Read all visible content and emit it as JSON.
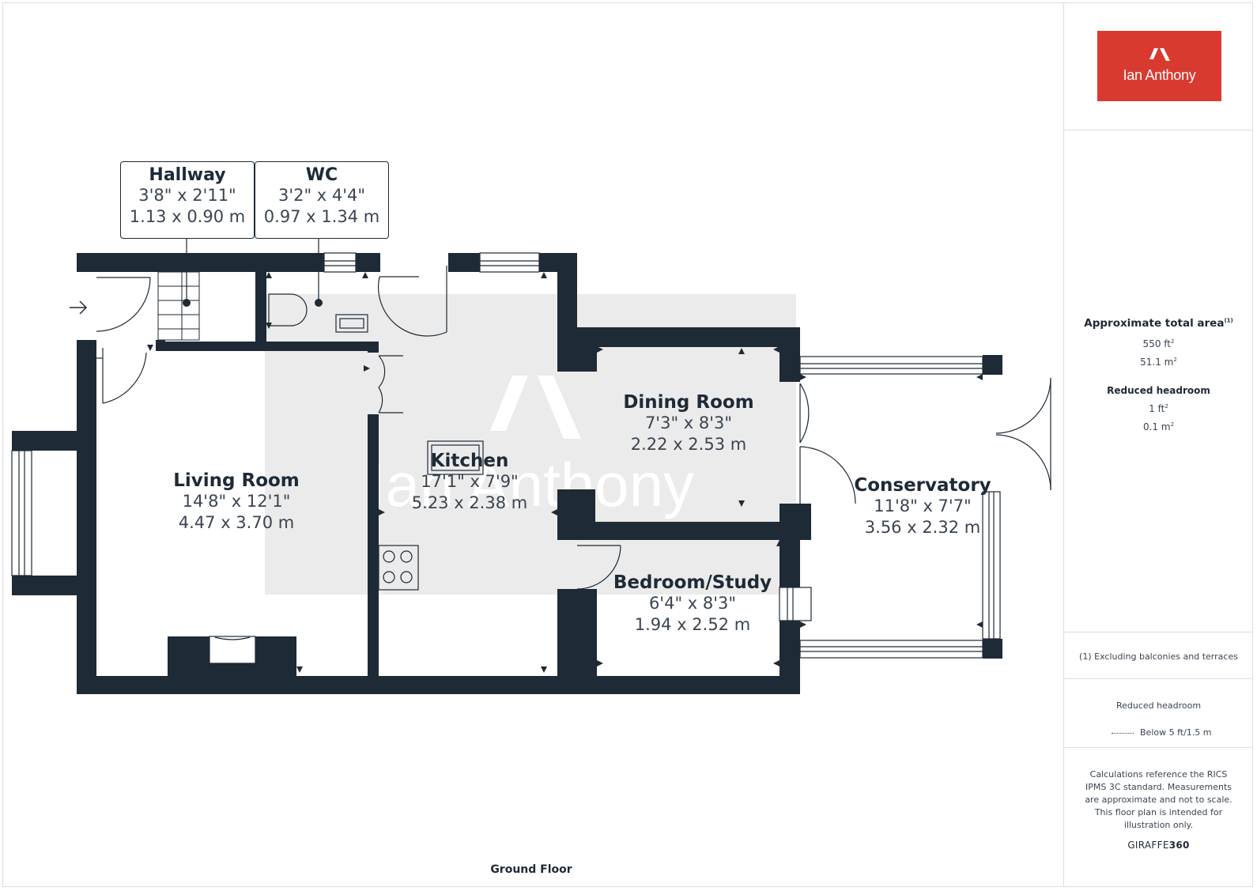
{
  "rooms": {
    "hallway": {
      "name": "Hallway",
      "imperial": "3'8\" x 2'11\"",
      "metric": "1.13 x 0.90 m"
    },
    "wc": {
      "name": "WC",
      "imperial": "3'2\" x 4'4\"",
      "metric": "0.97 x 1.34 m"
    },
    "living": {
      "name": "Living Room",
      "imperial": "14'8\" x 12'1\"",
      "metric": "4.47 x 3.70 m"
    },
    "kitchen": {
      "name": "Kitchen",
      "imperial": "17'1\" x 7'9\"",
      "metric": "5.23 x 2.38 m"
    },
    "dining": {
      "name": "Dining Room",
      "imperial": "7'3\" x 8'3\"",
      "metric": "2.22 x 2.53 m"
    },
    "bedroom": {
      "name": "Bedroom/Study",
      "imperial": "6'4\" x 8'3\"",
      "metric": "1.94 x 2.52 m"
    },
    "conservatory": {
      "name": "Conservatory",
      "imperial": "11'8\" x 7'7\"",
      "metric": "3.56 x 2.32 m"
    }
  },
  "floor_label": "Ground Floor",
  "watermark": "Ian Anthony",
  "sidebar": {
    "logo_text": "Ian Anthony",
    "approx_title": "Approximate total area",
    "approx_sup": "(1)",
    "approx_ft": "550 ft",
    "approx_m": "51.1 m",
    "reduced_title": "Reduced headroom",
    "reduced_ft": "1 ft",
    "reduced_m": "0.1 m",
    "footnote": "(1) Excluding balconies and terraces",
    "legend_title": "Reduced headroom",
    "legend_text": "Below 5 ft/1.5 m",
    "disclaimer": "Calculations reference the RICS IPMS 3C standard. Measurements are approximate and not to scale. This floor plan is intended for illustration only.",
    "brand_a": "GIRAFFE",
    "brand_b": "360"
  },
  "colors": {
    "wall": "#1e2a36",
    "accent": "#d93a30",
    "watermark": "#e6e6e6"
  }
}
